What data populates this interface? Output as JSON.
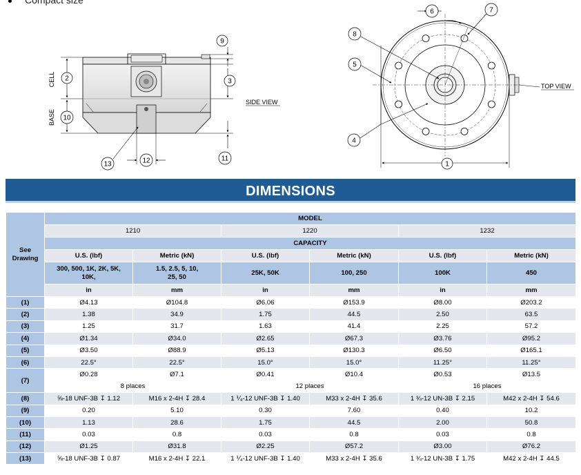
{
  "bullet": {
    "text": "Compact size"
  },
  "drawing": {
    "side_view_label": "SIDE VIEW",
    "top_view_label": "TOP VIEW",
    "cell_label": "CELL",
    "base_label": "BASE",
    "callouts": {
      "c1": "1",
      "c2": "2",
      "c3": "3",
      "c4": "4",
      "c5": "5",
      "c6": "6",
      "c7": "7",
      "c8": "8",
      "c9": "9",
      "c10": "10",
      "c11": "11",
      "c12": "12",
      "c13": "13"
    }
  },
  "banner": {
    "title": "DIMENSIONS"
  },
  "table": {
    "see_drawing": "See Drawing",
    "model_header": "MODEL",
    "models": [
      "1210",
      "1220",
      "1232"
    ],
    "capacity_header": "CAPACITY",
    "units": [
      "U.S. (lbf)",
      "Metric (kN)",
      "U.S. (lbf)",
      "Metric (kN)",
      "U.S. (lbf)",
      "Metric (kN)"
    ],
    "capacities": [
      "300, 500, 1K, 2K, 5K, 10K,",
      "1.5, 2.5, 5, 10, 25, 50",
      "25K, 50K",
      "100, 250",
      "100K",
      "450"
    ],
    "length_units": [
      "in",
      "mm",
      "in",
      "mm",
      "in",
      "mm"
    ],
    "rows": [
      {
        "label": "(1)",
        "values": [
          "Ø4.13",
          "Ø104.8",
          "Ø6.06",
          "Ø153.9",
          "Ø8.00",
          "Ø203.2"
        ]
      },
      {
        "label": "(2)",
        "values": [
          "1.38",
          "34.9",
          "1.75",
          "44.5",
          "2.50",
          "63.5"
        ]
      },
      {
        "label": "(3)",
        "values": [
          "1.25",
          "31.7",
          "1.63",
          "41.4",
          "2.25",
          "57.2"
        ]
      },
      {
        "label": "(4)",
        "values": [
          "Ø1.34",
          "Ø34.0",
          "Ø2.65",
          "Ø67.3",
          "Ø3.76",
          "Ø95.2"
        ]
      },
      {
        "label": "(5)",
        "values": [
          "Ø3.50",
          "Ø88.9",
          "Ø5.13",
          "Ø130.3",
          "Ø6.50",
          "Ø165.1"
        ]
      },
      {
        "label": "(6)",
        "values": [
          "22.5°",
          "22.5°",
          "15.0°",
          "15.0°",
          "11.25°",
          "11.25°"
        ]
      }
    ],
    "row7": {
      "label": "(7)",
      "values": [
        "Ø0.28",
        "Ø7.1",
        "Ø0.41",
        "Ø10.4",
        "Ø0.53",
        "Ø13.5"
      ],
      "places": [
        "8 places",
        "12 places",
        "16 places"
      ]
    },
    "rows_after": [
      {
        "label": "(8)",
        "values": [
          "⅝-18 UNF-3B ↧ 1.12",
          "M16 x 2-4H ↧ 28.4",
          "1 ⅟₄-12 UNF-3B ↧ 1.40",
          "M33 x 2-4H ↧ 35.6",
          "1 ¾-12 UN-3B ↧ 2.15",
          "M42 x 2-4H ↧ 54.6"
        ]
      },
      {
        "label": "(9)",
        "values": [
          "0.20",
          "5.10",
          "0.30",
          "7.60",
          "0.40",
          "10.2"
        ]
      },
      {
        "label": "(10)",
        "values": [
          "1.13",
          "28.6",
          "1.75",
          "44.5",
          "2.00",
          "50.8"
        ]
      },
      {
        "label": "(11)",
        "values": [
          "0.03",
          "0.8",
          "0.03",
          "0.8",
          "0.03",
          "0.8"
        ]
      },
      {
        "label": "(12)",
        "values": [
          "Ø1.25",
          "Ø31.8",
          "Ø2.25",
          "Ø57.2",
          "Ø3.00",
          "Ø76.2"
        ]
      },
      {
        "label": "(13)",
        "values": [
          "⅝-18 UNF-3B ↧ 0.87",
          "M16 x 2-4H ↧ 22.1",
          "1 ⅟₄-12 UNF-3B ↧ 1.40",
          "M33 x 2-4H ↧ 35.6",
          "1 ¾-12 UN-3B ↧ 1.75",
          "M42 x 2-4H ↧ 44.5"
        ]
      }
    ]
  }
}
